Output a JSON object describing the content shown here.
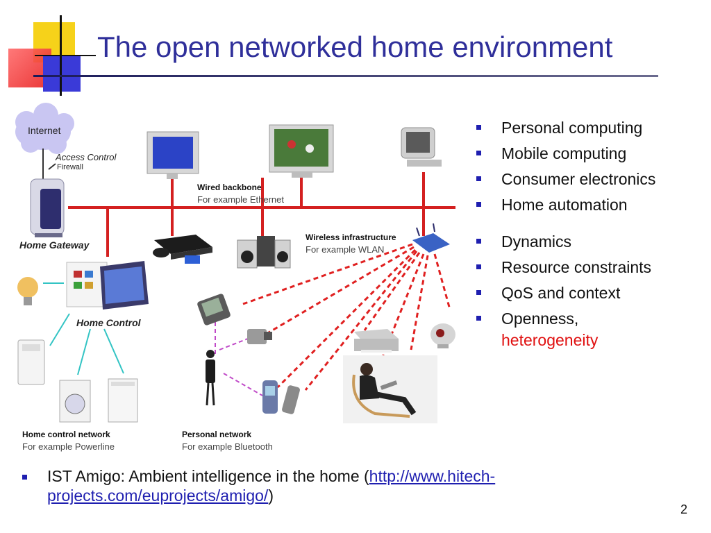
{
  "slide": {
    "title": "The open networked home environment",
    "page_number": "2"
  },
  "bullets": [
    {
      "text": "Personal computing"
    },
    {
      "text": "Mobile computing"
    },
    {
      "text": "Consumer electronics"
    },
    {
      "text": "Home automation"
    },
    {
      "text": "Dynamics"
    },
    {
      "text": "Resource constraints"
    },
    {
      "text": "QoS and context"
    },
    {
      "text": "Openness,",
      "text2": "heterogeneity"
    }
  ],
  "footer": {
    "text": "IST Amigo: Ambient intelligence in the home (",
    "link": "http://www.hitech-projects.com/euprojects/amigo/",
    "link_line1": "http://www.hitech-",
    "link_line2": "projects.com/euprojects/amigo/",
    "close": ")"
  },
  "diagram": {
    "internet": "Internet",
    "access_control": "Access Control",
    "firewall": "Firewall",
    "home_gateway": "Home Gateway",
    "home_control": "Home Control",
    "wired_backbone": "Wired backbone",
    "wired_example": "For example Ethernet",
    "wireless_infra": "Wireless  infrastructure",
    "wireless_example": "For example WLAN",
    "home_control_network": "Home control network",
    "home_control_example": "For example Powerline",
    "personal_network": "Personal network",
    "personal_example": "For example Bluetooth"
  },
  "colors": {
    "title": "#2f2f9a",
    "bullet": "#1f1fb0",
    "wired": "#d42020",
    "wireless": "#e02020",
    "powerline": "#33c4c4",
    "bluetooth": "#c04ac8",
    "highlight": "#e01010"
  }
}
